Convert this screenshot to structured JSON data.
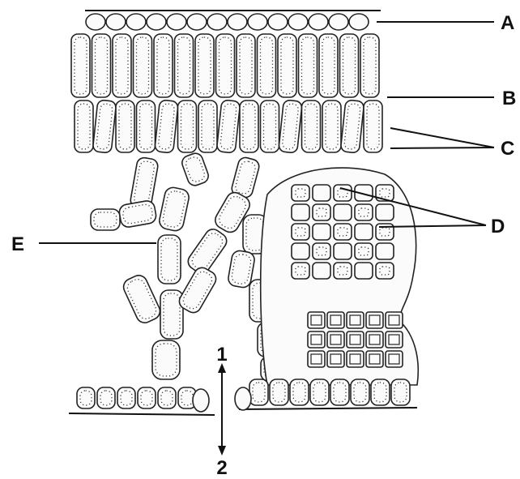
{
  "labels": {
    "A": "A",
    "B": "B",
    "C": "C",
    "D": "D",
    "E": "E",
    "arrow_up": "1",
    "arrow_down": "2"
  },
  "colors": {
    "ink": "#111111",
    "paper": "#ffffff"
  }
}
